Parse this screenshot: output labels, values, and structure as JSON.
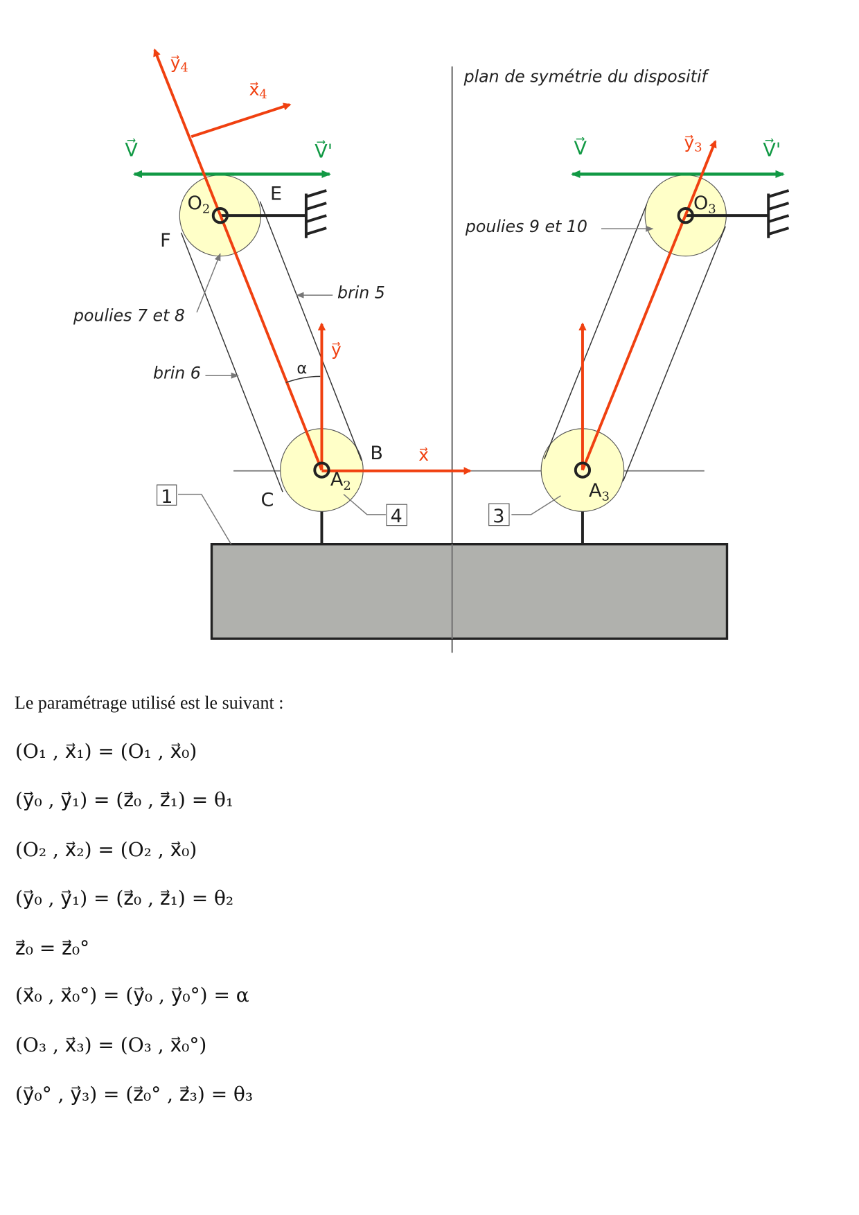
{
  "diagram": {
    "symmetry_label": "plan de symétrie du dispositif",
    "labels": {
      "V_left": "V⃗",
      "Vp_left": "V⃗'",
      "V_right": "V⃗",
      "Vp_right": "V⃗'",
      "y4": "y⃗",
      "y4_sub": "4",
      "x4": "x⃗",
      "x4_sub": "4",
      "y3": "y⃗",
      "y3_sub": "3",
      "y": "y⃗",
      "x": "x⃗",
      "O2": "O",
      "O2_sub": "2",
      "O3": "O",
      "O3_sub": "3",
      "A2": "A",
      "A2_sub": "2",
      "A3": "A",
      "A3_sub": "3",
      "E": "E",
      "F": "F",
      "B": "B",
      "C": "C",
      "alpha": "α",
      "pulleys_7_8": "poulies 7 et 8",
      "pulleys_9_10": "poulies 9 et 10",
      "brin5": "brin 5",
      "brin6": "brin 6",
      "part1": "1",
      "part3": "3",
      "part4": "4"
    },
    "colors": {
      "red": "#f04010",
      "green": "#119944",
      "pulley": "#ffffc8",
      "base": "#b0b1ad"
    }
  },
  "text": {
    "intro": "Le paramétrage utilisé est le suivant :",
    "equations": [
      "(O₁ , x⃗₁) = (O₁ , x⃗₀)",
      "(y⃗₀ , y⃗₁) = (z⃗₀ , z⃗₁) = θ₁",
      "(O₂ , x⃗₂) = (O₂ , x⃗₀)",
      "(y⃗₀ , y⃗₁) = (z⃗₀ , z⃗₁) = θ₂",
      "z⃗₀ = z⃗₀°",
      "(x⃗₀ , x⃗₀°) = (y⃗₀ , y⃗₀°) = α",
      "(O₃ , x⃗₃) = (O₃ , x⃗₀°)",
      "(y⃗₀° , y⃗₃) = (z⃗₀° , z⃗₃) = θ₃"
    ]
  }
}
